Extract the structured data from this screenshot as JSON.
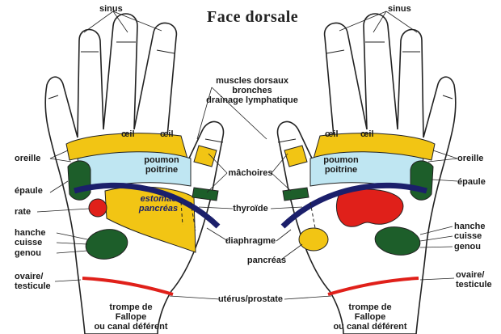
{
  "title": "Face dorsale",
  "left_hand": {
    "sinus": "sinus",
    "oeil_1": "œil",
    "oeil_2": "œil",
    "oreille": "oreille",
    "poumon": "poumon",
    "poitrine": "poitrine",
    "epaule": "épaule",
    "estomac": "estomac",
    "pancreas": "pancréas",
    "rate": "rate",
    "hanche": "hanche",
    "cuisse": "cuisse",
    "genou": "genou",
    "ovaire": "ovaire/",
    "testicule": "testicule",
    "trompe_1": "trompe de",
    "trompe_2": "Fallope",
    "trompe_3": "ou canal déférent"
  },
  "right_hand": {
    "sinus": "sinus",
    "oeil_1": "œil",
    "oeil_2": "œil",
    "oreille": "oreille",
    "poumon": "poumon",
    "poitrine": "poitrine",
    "epaule": "épaule",
    "hanche": "hanche",
    "cuisse": "cuisse",
    "genou": "genou",
    "ovaire": "ovaire/",
    "testicule": "testicule",
    "trompe_1": "trompe de",
    "trompe_2": "Fallope",
    "trompe_3": "ou canal déférent"
  },
  "center": {
    "muscles": "muscles dorsaux",
    "bronches": "bronches",
    "drainage": "drainage lymphatique",
    "machoires": "mâchoires",
    "thyroide": "thyroïde",
    "diaphragme": "diaphragme",
    "pancreas": "pancréas",
    "uterus": "utérus/prostate"
  },
  "colors": {
    "yellow": "#f2c514",
    "light_blue": "#bfe6f2",
    "navy": "#1b1f6b",
    "green": "#1d5e2a",
    "red": "#e0201a",
    "outline": "#222222"
  }
}
